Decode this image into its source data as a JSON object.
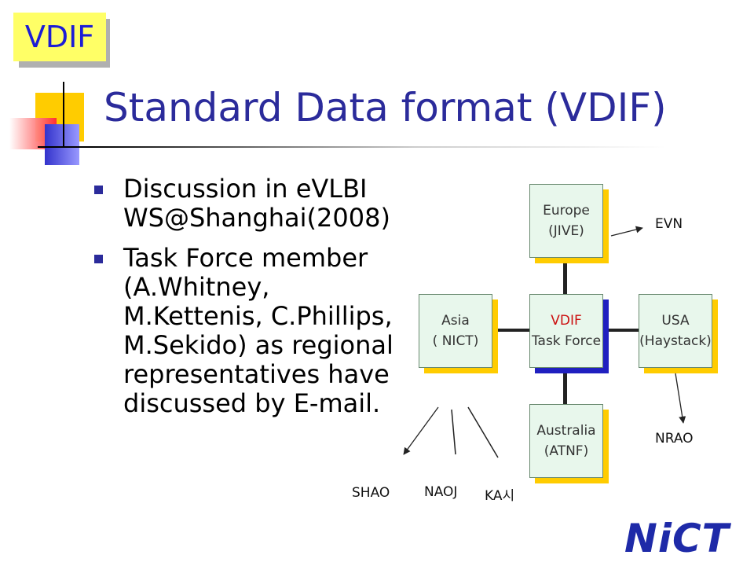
{
  "badge": {
    "text": "VDIF"
  },
  "title": "Standard Data format (VDIF)",
  "bullets": [
    {
      "lines": [
        "Discussion in eVLBI",
        "WS@Shanghai(2008)"
      ]
    },
    {
      "lines": [
        "Task Force member",
        "(A.Whitney,",
        "M.Kettenis, C.Phillips,",
        "M.Sekido) as regional",
        "representatives have",
        "discussed by E-mail."
      ]
    }
  ],
  "diagram": {
    "center": {
      "line1": "VDIF",
      "line2": "Task Force"
    },
    "europe": {
      "line1": "Europe",
      "line2": "(JIVE)"
    },
    "asia": {
      "line1": "Asia",
      "line2": "( NICT)"
    },
    "usa": {
      "line1": "USA",
      "line2": "(Haystack)"
    },
    "australia": {
      "line1": "Australia",
      "line2": "(ATNF)"
    },
    "labels": {
      "evn": "EVN",
      "nrao": "NRAO",
      "shao": "SHAO",
      "naoj": "NAOJ",
      "kasi": "KA시"
    }
  },
  "logo": {
    "text": "NiCT"
  },
  "colors": {
    "title": "#2b2b9b",
    "badge_bg": "#ffff66",
    "node_bg": "#e8f7ec",
    "node_shadow": "#ffcc00",
    "center_shadow": "#2020c0",
    "logo": "#1e2aa8"
  }
}
